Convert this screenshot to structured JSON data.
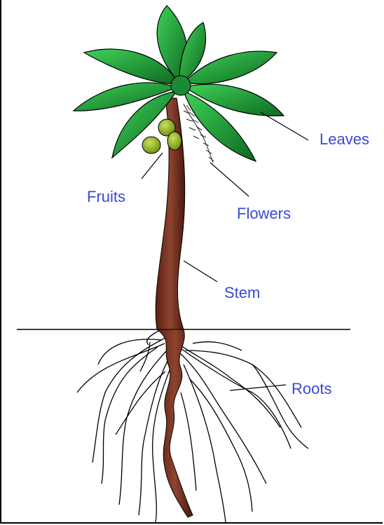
{
  "labels": {
    "leaves": "Leaves",
    "fruits": "Fruits",
    "flowers": "Flowers",
    "stem": "Stem",
    "roots": "Roots"
  },
  "colors": {
    "label": "#3a48d6",
    "leaf_light": "#2fbf45",
    "leaf_dark": "#0f6a22",
    "stem": "#7a3520",
    "fruit": "#98b82a",
    "outline": "#000000",
    "ground_line": "#000000"
  }
}
